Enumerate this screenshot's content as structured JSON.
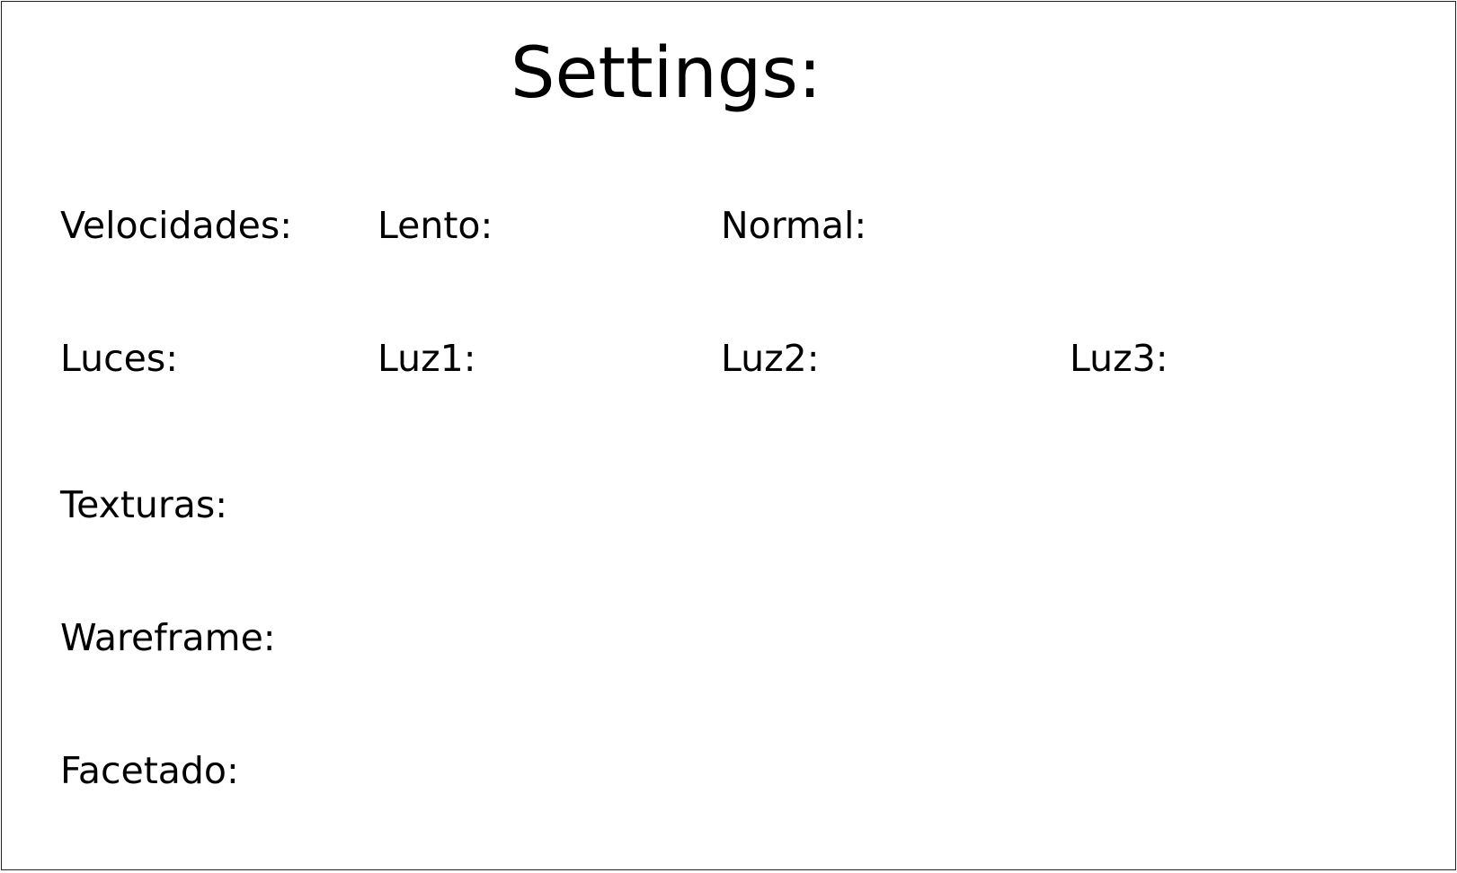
{
  "settings": {
    "title": "Settings:",
    "rows": {
      "velocidades": {
        "label": "Velocidades:",
        "options": [
          "Lento:",
          "Normal:"
        ]
      },
      "luces": {
        "label": "Luces:",
        "options": [
          "Luz1:",
          "Luz2:",
          "Luz3:"
        ]
      },
      "texturas": {
        "label": "Texturas:"
      },
      "wareframe": {
        "label": "Wareframe:"
      },
      "facetado": {
        "label": "Facetado:"
      }
    }
  }
}
